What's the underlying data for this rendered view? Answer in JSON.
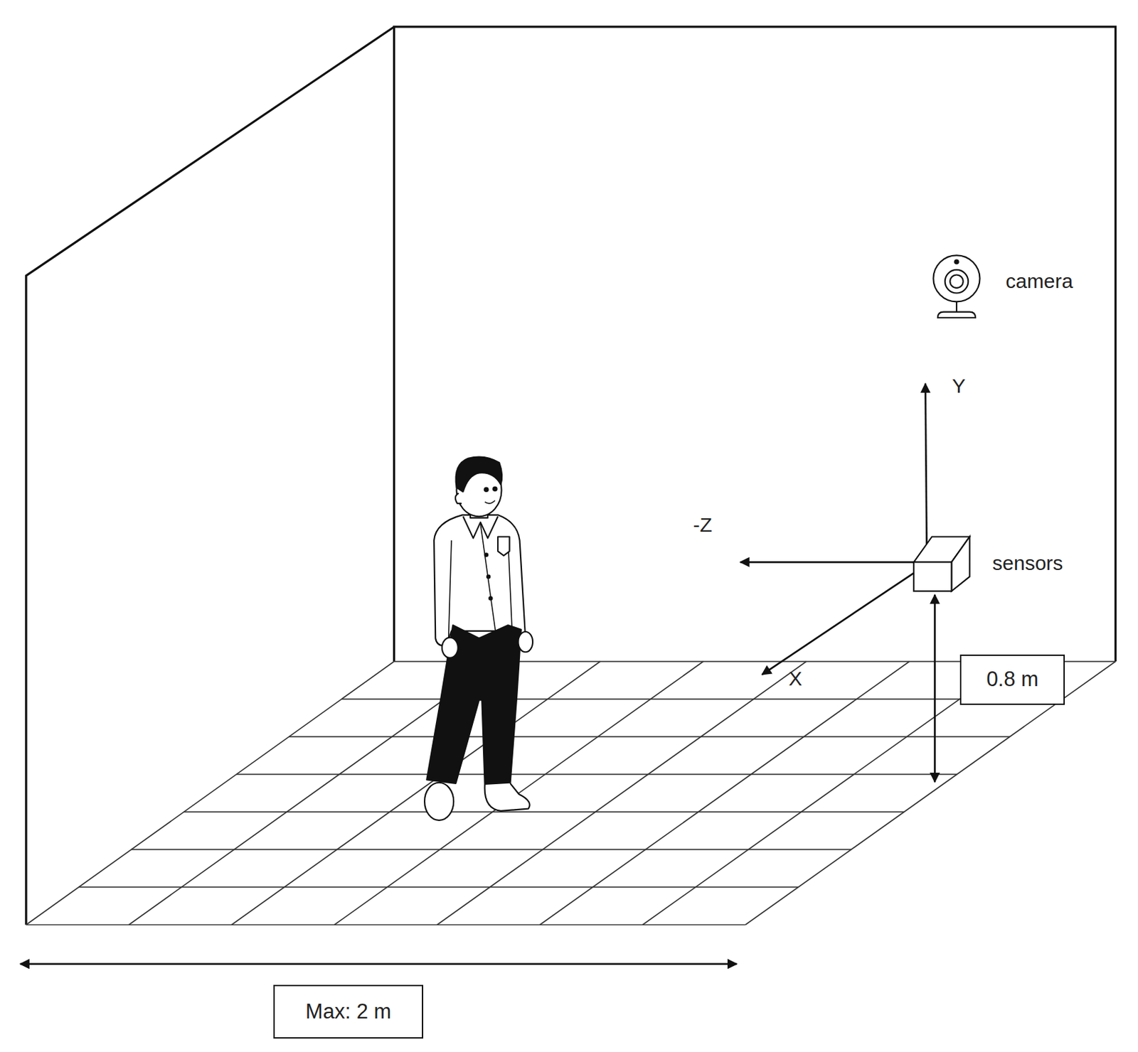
{
  "diagram": {
    "nodes": [
      {
        "text": [
          "0.8 m"
        ]
      },
      {
        "text": [
          "Max: 2 m"
        ]
      }
    ],
    "labels": [
      "camera",
      "Y",
      "-Z",
      "sensors",
      "X"
    ]
  }
}
